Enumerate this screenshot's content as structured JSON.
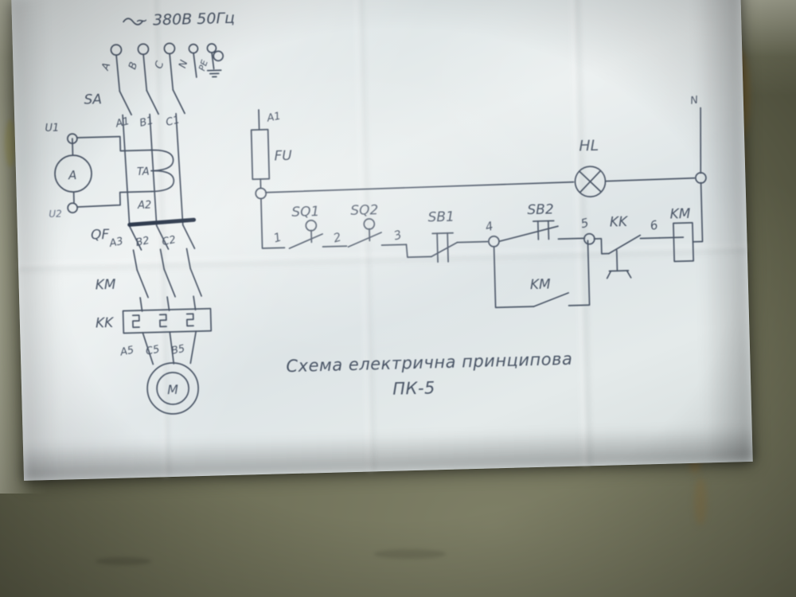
{
  "photo": {
    "subject": "hand-drawn electrical schematic taped to a wall",
    "paper_color": "#e4eaea",
    "wall_color": "#6d6e57",
    "ink_color": "#4a5566"
  },
  "schematic": {
    "title_line1": "Схема електрична принципова",
    "title_line2": "ПК-5",
    "supply": {
      "label": "~ 380В 50Гц",
      "terminals": [
        "A",
        "B",
        "C",
        "N",
        "PE"
      ]
    },
    "power_circuit": {
      "switch_disconnector": "SA",
      "ammeter": "A",
      "ammeter_terminal_top": "U1",
      "ammeter_terminal_bottom": "U2",
      "current_transformer": "TA",
      "ct_terminal_top": "A1",
      "ct_terminal_bottom": "A2",
      "phase_labels_after_sa": [
        "A1",
        "B1",
        "C1"
      ],
      "circuit_breaker": "QF",
      "phase_labels_after_qf": [
        "A3",
        "B2",
        "C2"
      ],
      "contactor": "KM",
      "thermal_relay": "KK",
      "phase_labels_to_motor": [
        "A5",
        "C5",
        "B5"
      ],
      "motor": "M"
    },
    "control_circuit": {
      "supply_terminal_left": "A1",
      "supply_terminal_right": "N",
      "fuse": "FU",
      "limit_switch_1": "SQ1",
      "limit_switch_2": "SQ2",
      "stop_button": "SB1",
      "start_button": "SB2",
      "thermal_contact": "KK",
      "contactor_coil": "KM",
      "holding_contact": "KM",
      "indicator_lamp": "HL",
      "node_numbers": [
        "1",
        "2",
        "3",
        "4",
        "5",
        "6"
      ]
    }
  }
}
